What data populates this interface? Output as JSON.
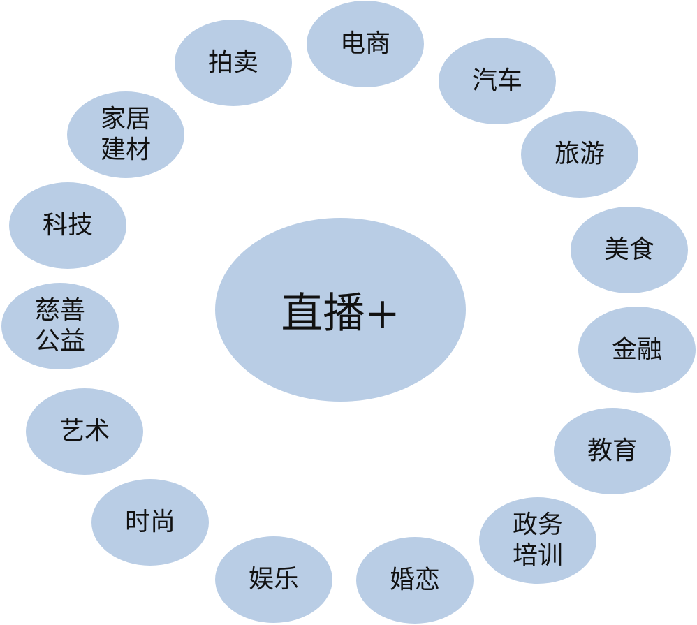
{
  "center": {
    "label": "直播+"
  },
  "nodes": [
    {
      "line1": "电商"
    },
    {
      "line1": "汽车"
    },
    {
      "line1": "旅游"
    },
    {
      "line1": "美食"
    },
    {
      "line1": "金融"
    },
    {
      "line1": "教育"
    },
    {
      "line1": "政务",
      "line2": "培训"
    },
    {
      "line1": "婚恋"
    },
    {
      "line1": "娱乐"
    },
    {
      "line1": "时尚"
    },
    {
      "line1": "艺术"
    },
    {
      "line1": "慈善",
      "line2": "公益"
    },
    {
      "line1": "科技"
    },
    {
      "line1": "家居",
      "line2": "建材"
    },
    {
      "line1": "拍卖"
    }
  ],
  "colors": {
    "fill": "#b9cde5",
    "text": "#111111"
  }
}
